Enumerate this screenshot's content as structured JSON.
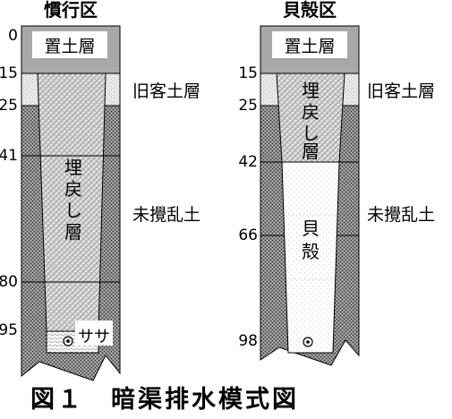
{
  "columns": [
    {
      "title": "慣行区",
      "depths": [
        "0",
        "15",
        "25",
        "41",
        "80",
        "95"
      ],
      "layers": {
        "topsoil": "置土層",
        "backfill": [
          "埋",
          "戻",
          "し",
          "層"
        ],
        "material": "ササ"
      }
    },
    {
      "title": "貝殻区",
      "depths": [
        "15",
        "25",
        "42",
        "66",
        "98"
      ],
      "layers": {
        "topsoil": "置土層",
        "backfill": [
          "埋",
          "戻",
          "し",
          "層"
        ],
        "material": [
          "貝",
          "殻"
        ]
      }
    }
  ],
  "side_labels": {
    "old_soil": "旧客土層",
    "undisturbed": "未攪乱土"
  },
  "caption": "図１　暗渠排水模式図",
  "icons": {
    "drain_pipe": "drain-pipe-icon"
  }
}
